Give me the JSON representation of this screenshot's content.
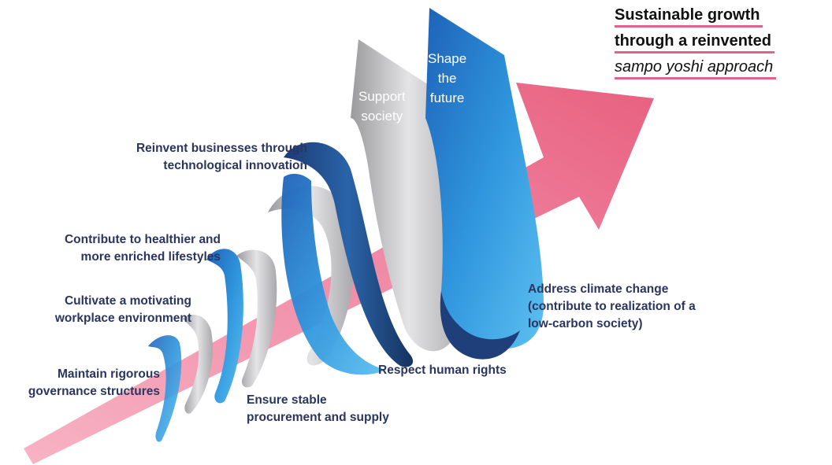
{
  "headline": {
    "line1": "Sustainable growth",
    "line2": "through a reinvented",
    "line3": "sampo yoshi approach"
  },
  "ribbons": {
    "shape": [
      "Shape",
      "the",
      "future"
    ],
    "support": [
      "Support",
      "society"
    ]
  },
  "labels": {
    "reinvent": [
      "Reinvent businesses through",
      "technological innovation"
    ],
    "healthier": [
      "Contribute to healthier and",
      "more enriched lifestyles"
    ],
    "workplace": [
      "Cultivate a motivating",
      "workplace environment"
    ],
    "governance": [
      "Maintain rigorous",
      "governance structures"
    ],
    "procurement": [
      "Ensure stable",
      "procurement and supply"
    ],
    "rights": [
      "Respect human rights"
    ],
    "climate": [
      "Address climate change",
      "(contribute to realization of a",
      "low-carbon society)"
    ]
  },
  "colors": {
    "arrow": "#f08aa6",
    "arrow_dark": "#e05a80",
    "ribbon_blue": "#2f8fd8",
    "ribbon_navy": "#1f3f7a",
    "ribbon_gray": "#b8b8bc",
    "label_text": "#2a3560",
    "underline": "#e0628e"
  }
}
